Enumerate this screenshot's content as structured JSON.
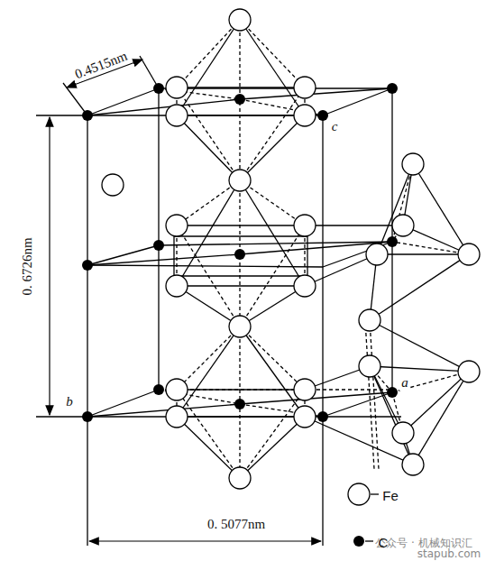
{
  "diagram": {
    "labels": [
      "0.4515nm",
      "0. 6726nm",
      "c",
      "b",
      "a",
      "0. 5077nm",
      "公众号 · 机械知识汇",
      "stapub.com"
    ],
    "legend": [
      {
        "text": "Fe"
      },
      {
        "text": "C"
      }
    ]
  }
}
